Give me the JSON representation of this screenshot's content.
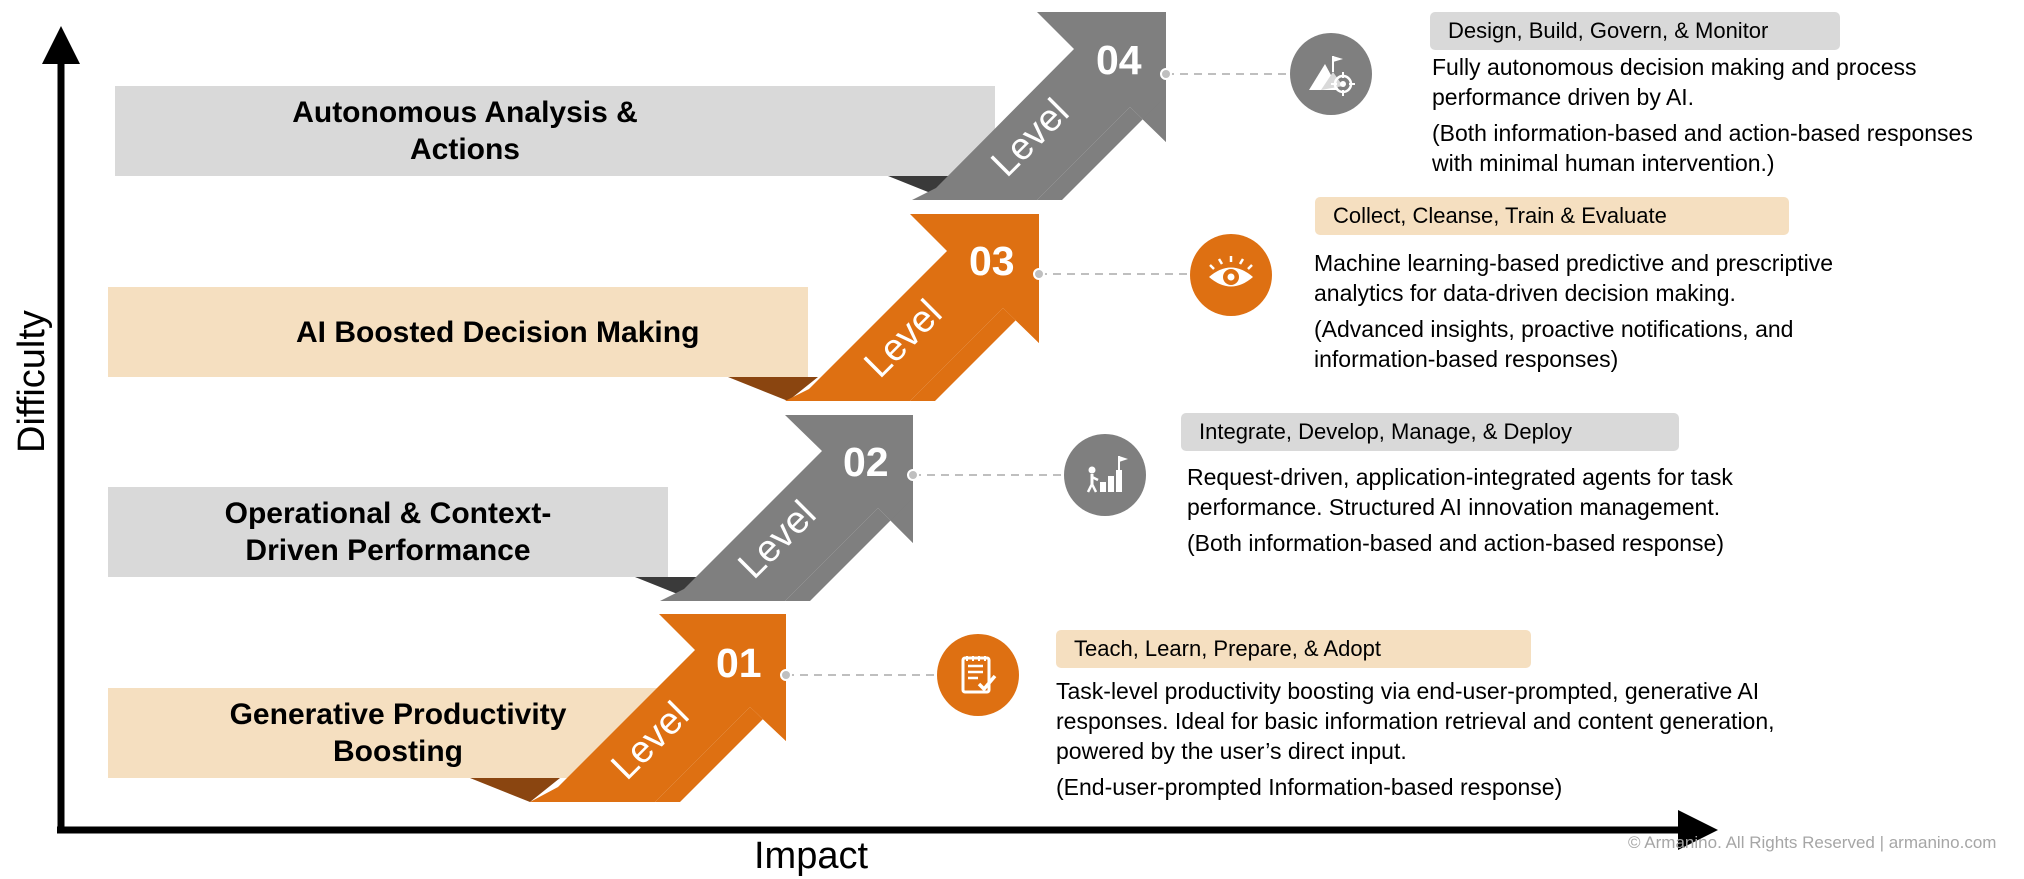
{
  "axes": {
    "x_label": "Impact",
    "y_label": "Difficulty"
  },
  "levels": [
    {
      "band_lines": [
        "Generative Productivity",
        "Boosting"
      ],
      "number": "01",
      "level_word": "Level",
      "tag": "Teach, Learn, Prepare, & Adopt",
      "description": "Task-level productivity boosting via end-user-prompted, generative AI responses. Ideal for basic information retrieval and content generation, powered by the user’s direct input.",
      "note": "(End-user-prompted Information-based response)",
      "icon": "checklist-icon",
      "color": "#de7012"
    },
    {
      "band_lines": [
        "Operational & Context-",
        "Driven Performance"
      ],
      "number": "02",
      "level_word": "Level",
      "tag": "Integrate, Develop, Manage, & Deploy",
      "description": "Request-driven, application-integrated agents for task performance. Structured AI innovation management.",
      "note": "(Both information-based and action-based response)",
      "icon": "stairs-flag-icon",
      "color": "#7f7f7f"
    },
    {
      "band_lines": [
        "AI Boosted Decision Making"
      ],
      "number": "03",
      "level_word": "Level",
      "tag": "Collect, Cleanse, Train & Evaluate",
      "description": "Machine learning-based predictive and prescriptive analytics for data-driven decision making.",
      "note": "(Advanced insights, proactive notifications, and information-based responses)",
      "icon": "eye-icon",
      "color": "#de7012"
    },
    {
      "band_lines": [
        "Autonomous Analysis &",
        "Actions"
      ],
      "number": "04",
      "level_word": "Level",
      "tag": "Design, Build, Govern, & Monitor",
      "description": "Fully autonomous decision making and process performance driven by AI.",
      "note": "(Both information-based and action-based responses with minimal human intervention.)",
      "icon": "mountain-target-icon",
      "color": "#7f7f7f"
    }
  ],
  "copyright": "© Armanino. All Rights Reserved  |  armanino.com",
  "colors": {
    "orange": "#de7012",
    "gray": "#7f7f7f",
    "peach_band": "#f5dfc0",
    "gray_band": "#d9d9d9",
    "dark_fold_orange": "#8a4510",
    "dark_fold_gray": "#3a3a3a"
  }
}
